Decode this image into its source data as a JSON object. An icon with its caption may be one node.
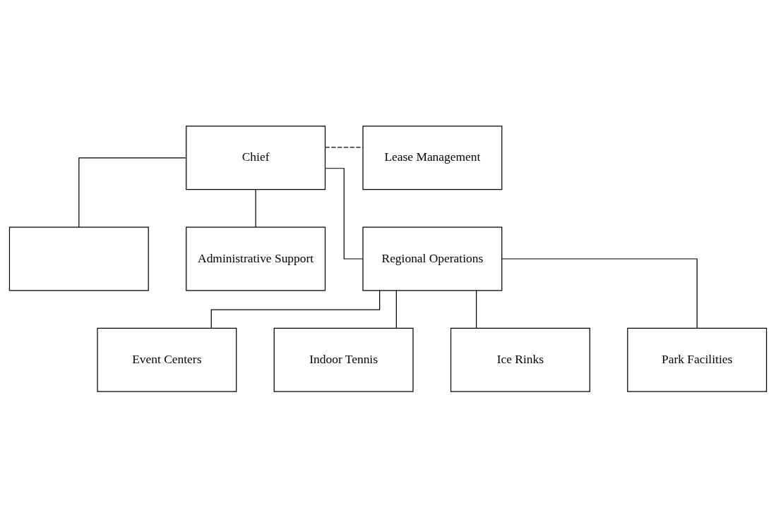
{
  "diagram": {
    "nodes": [
      {
        "text": [
          "Chief"
        ]
      },
      {
        "text": [
          "Lease Management"
        ]
      },
      {
        "text": [],
        "shape": "box"
      },
      {
        "text": [
          "Administrative Support"
        ]
      },
      {
        "text": [
          "Regional Operations"
        ]
      },
      {
        "text": [
          "Event Centers"
        ]
      },
      {
        "text": [
          "Indoor Tennis"
        ]
      },
      {
        "text": [
          "Ice Rinks"
        ]
      },
      {
        "text": [
          "Park Facilities"
        ]
      }
    ],
    "edges": [
      {
        "from": 0,
        "to": 1,
        "arrow": "none",
        "style": "dashed"
      },
      {
        "from": 0,
        "to": 2,
        "arrow": "none"
      },
      {
        "from": 0,
        "to": 3,
        "arrow": "none"
      },
      {
        "from": 0,
        "to": 4,
        "arrow": "none"
      },
      {
        "from": 4,
        "to": 5,
        "arrow": "none"
      },
      {
        "from": 4,
        "to": 6,
        "arrow": "none"
      },
      {
        "from": 4,
        "to": 7,
        "arrow": "none"
      },
      {
        "from": 4,
        "to": 8,
        "arrow": "none"
      }
    ]
  }
}
